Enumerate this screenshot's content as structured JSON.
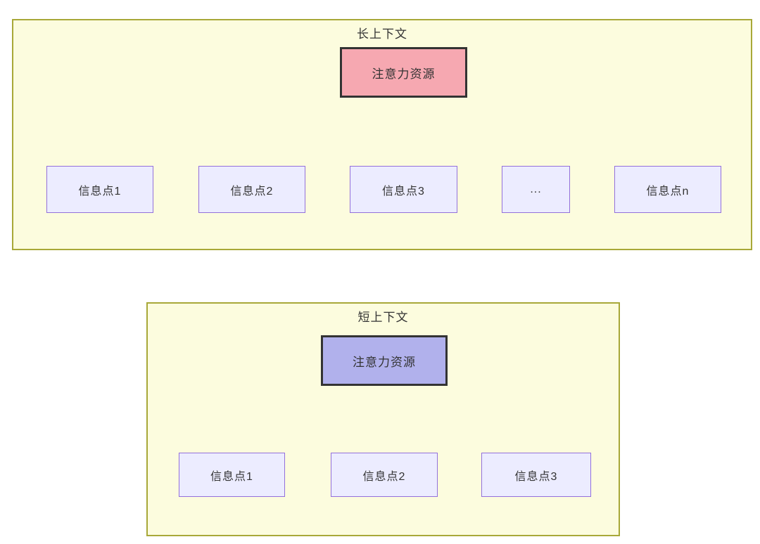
{
  "diagram": {
    "long_context": {
      "title": "长上下文",
      "attention_node": "注意力资源",
      "info_nodes": [
        "信息点1",
        "信息点2",
        "信息点3",
        "...",
        "信息点n"
      ]
    },
    "short_context": {
      "title": "短上下文",
      "attention_node": "注意力资源",
      "info_nodes": [
        "信息点1",
        "信息点2",
        "信息点3"
      ]
    },
    "colors": {
      "cluster_fill": "#fcfcde",
      "cluster_border": "#a8a838",
      "info_node_fill": "#ececff",
      "info_node_border": "#9370db",
      "attention_long_fill": "#f6a8b1",
      "attention_short_fill": "#b1b1ec",
      "attention_border": "#333333",
      "edge_color": "#333333",
      "text_color": "#333333"
    }
  }
}
